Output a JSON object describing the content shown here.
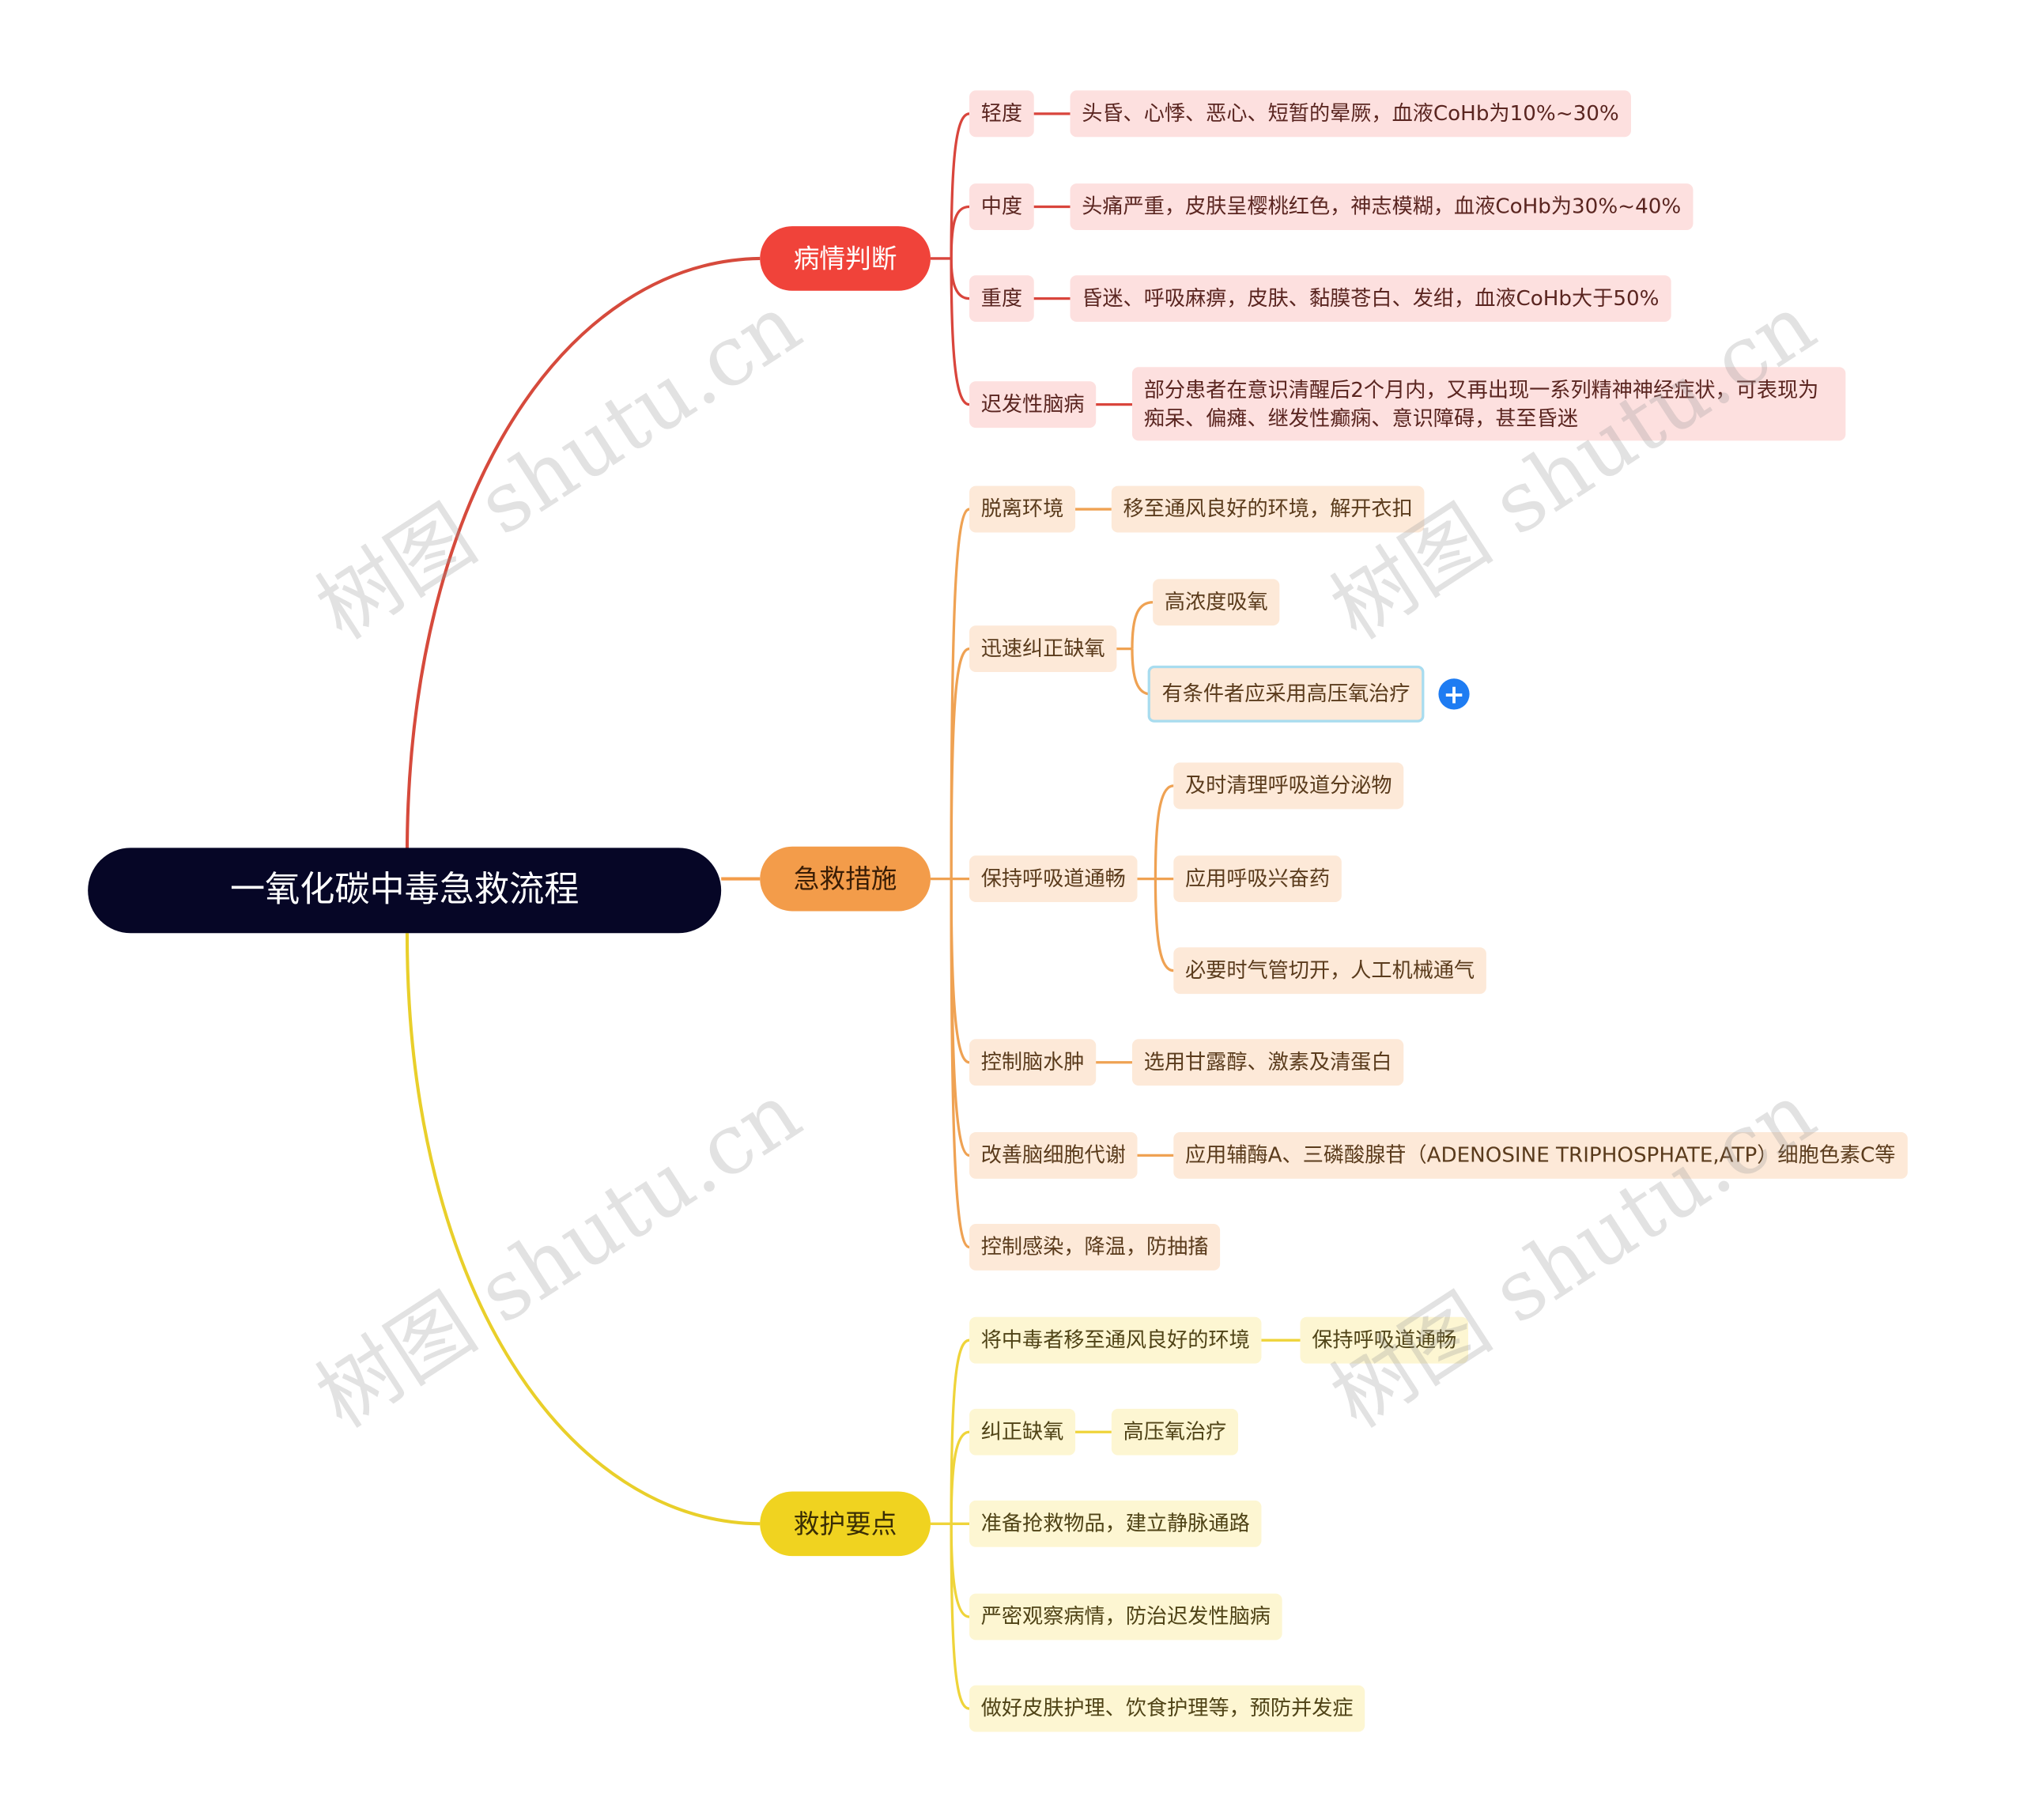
{
  "root": {
    "title": "一氧化碳中毒急救流程"
  },
  "branches": {
    "judgement": {
      "label": "病情判断",
      "items": [
        {
          "label": "轻度",
          "detail": "头昏、心悸、恶心、短暂的晕厥，血液CoHb为10%~30%"
        },
        {
          "label": "中度",
          "detail": "头痛严重，皮肤呈樱桃红色，神志模糊，血液CoHb为30%~40%"
        },
        {
          "label": "重度",
          "detail": "昏迷、呼吸麻痹，皮肤、黏膜苍白、发绀，血液CoHb大于50%"
        },
        {
          "label": "迟发性脑病",
          "detail": "部分患者在意识清醒后2个月内，又再出现一系列精神神经症状，可表现为痴呆、偏瘫、继发性癫痫、意识障碍，甚至昏迷"
        }
      ]
    },
    "firstaid": {
      "label": "急救措施",
      "items": [
        {
          "label": "脱离环境",
          "children": [
            "移至通风良好的环境，解开衣扣"
          ]
        },
        {
          "label": "迅速纠正缺氧",
          "children": [
            "高浓度吸氧",
            "有条件者应采用高压氧治疗"
          ]
        },
        {
          "label": "保持呼吸道通畅",
          "children": [
            "及时清理呼吸道分泌物",
            "应用呼吸兴奋药",
            "必要时气管切开，人工机械通气"
          ]
        },
        {
          "label": "控制脑水肿",
          "children": [
            "选用甘露醇、激素及清蛋白"
          ]
        },
        {
          "label": "改善脑细胞代谢",
          "children": [
            "应用辅酶A、三磷酸腺苷（ADENOSINE TRIPHOSPHATE,ATP）细胞色素C等"
          ]
        },
        {
          "label": "控制感染，降温，防抽搐",
          "children": []
        }
      ]
    },
    "nursing": {
      "label": "救护要点",
      "items": [
        {
          "label": "将中毒者移至通风良好的环境",
          "children": [
            "保持呼吸道通畅"
          ]
        },
        {
          "label": "纠正缺氧",
          "children": [
            "高压氧治疗"
          ]
        },
        {
          "label": "准备抢救物品，建立静脉通路",
          "children": []
        },
        {
          "label": "严密观察病情，防治迟发性脑病",
          "children": []
        },
        {
          "label": "做好皮肤护理、饮食护理等，预防并发症",
          "children": []
        }
      ]
    }
  },
  "expand_button": {
    "label": "+"
  },
  "watermark": "树图 shutu.cn",
  "colors": {
    "root": "#060626",
    "red": "#f0433a",
    "orange": "#f39c4a",
    "yellow": "#f0d320"
  }
}
